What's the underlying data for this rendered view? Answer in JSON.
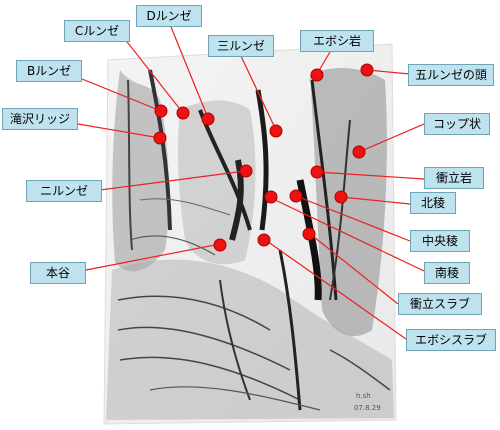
{
  "figure": {
    "signature": "h.sh",
    "date": "07.8.29",
    "colors": {
      "marker": "#ee1111",
      "marker_stroke": "#b00000",
      "leader": "#ee2020",
      "label_bg": "#bfe3ee",
      "label_border": "#6fa3b6"
    }
  },
  "labels": {
    "c_runze": "Cルンゼ",
    "d_runze": "Dルンゼ",
    "san_runze": "三ルンゼ",
    "eboshi_iwa": "エボシ岩",
    "b_runze": "Bルンゼ",
    "go_runze_head": "五ルンゼの頭",
    "takizawa_ridge": "滝沢リッジ",
    "cup_jo": "コップ状",
    "ni_runze": "ニルンゼ",
    "tsuitate_iwa": "衝立岩",
    "kita_ryo": "北稜",
    "chuo_ryo": "中央稜",
    "hon_dani": "本谷",
    "minami_ryo": "南稜",
    "tsuitate_slab": "衝立スラブ",
    "eboshi_slab": "エボシスラブ"
  }
}
